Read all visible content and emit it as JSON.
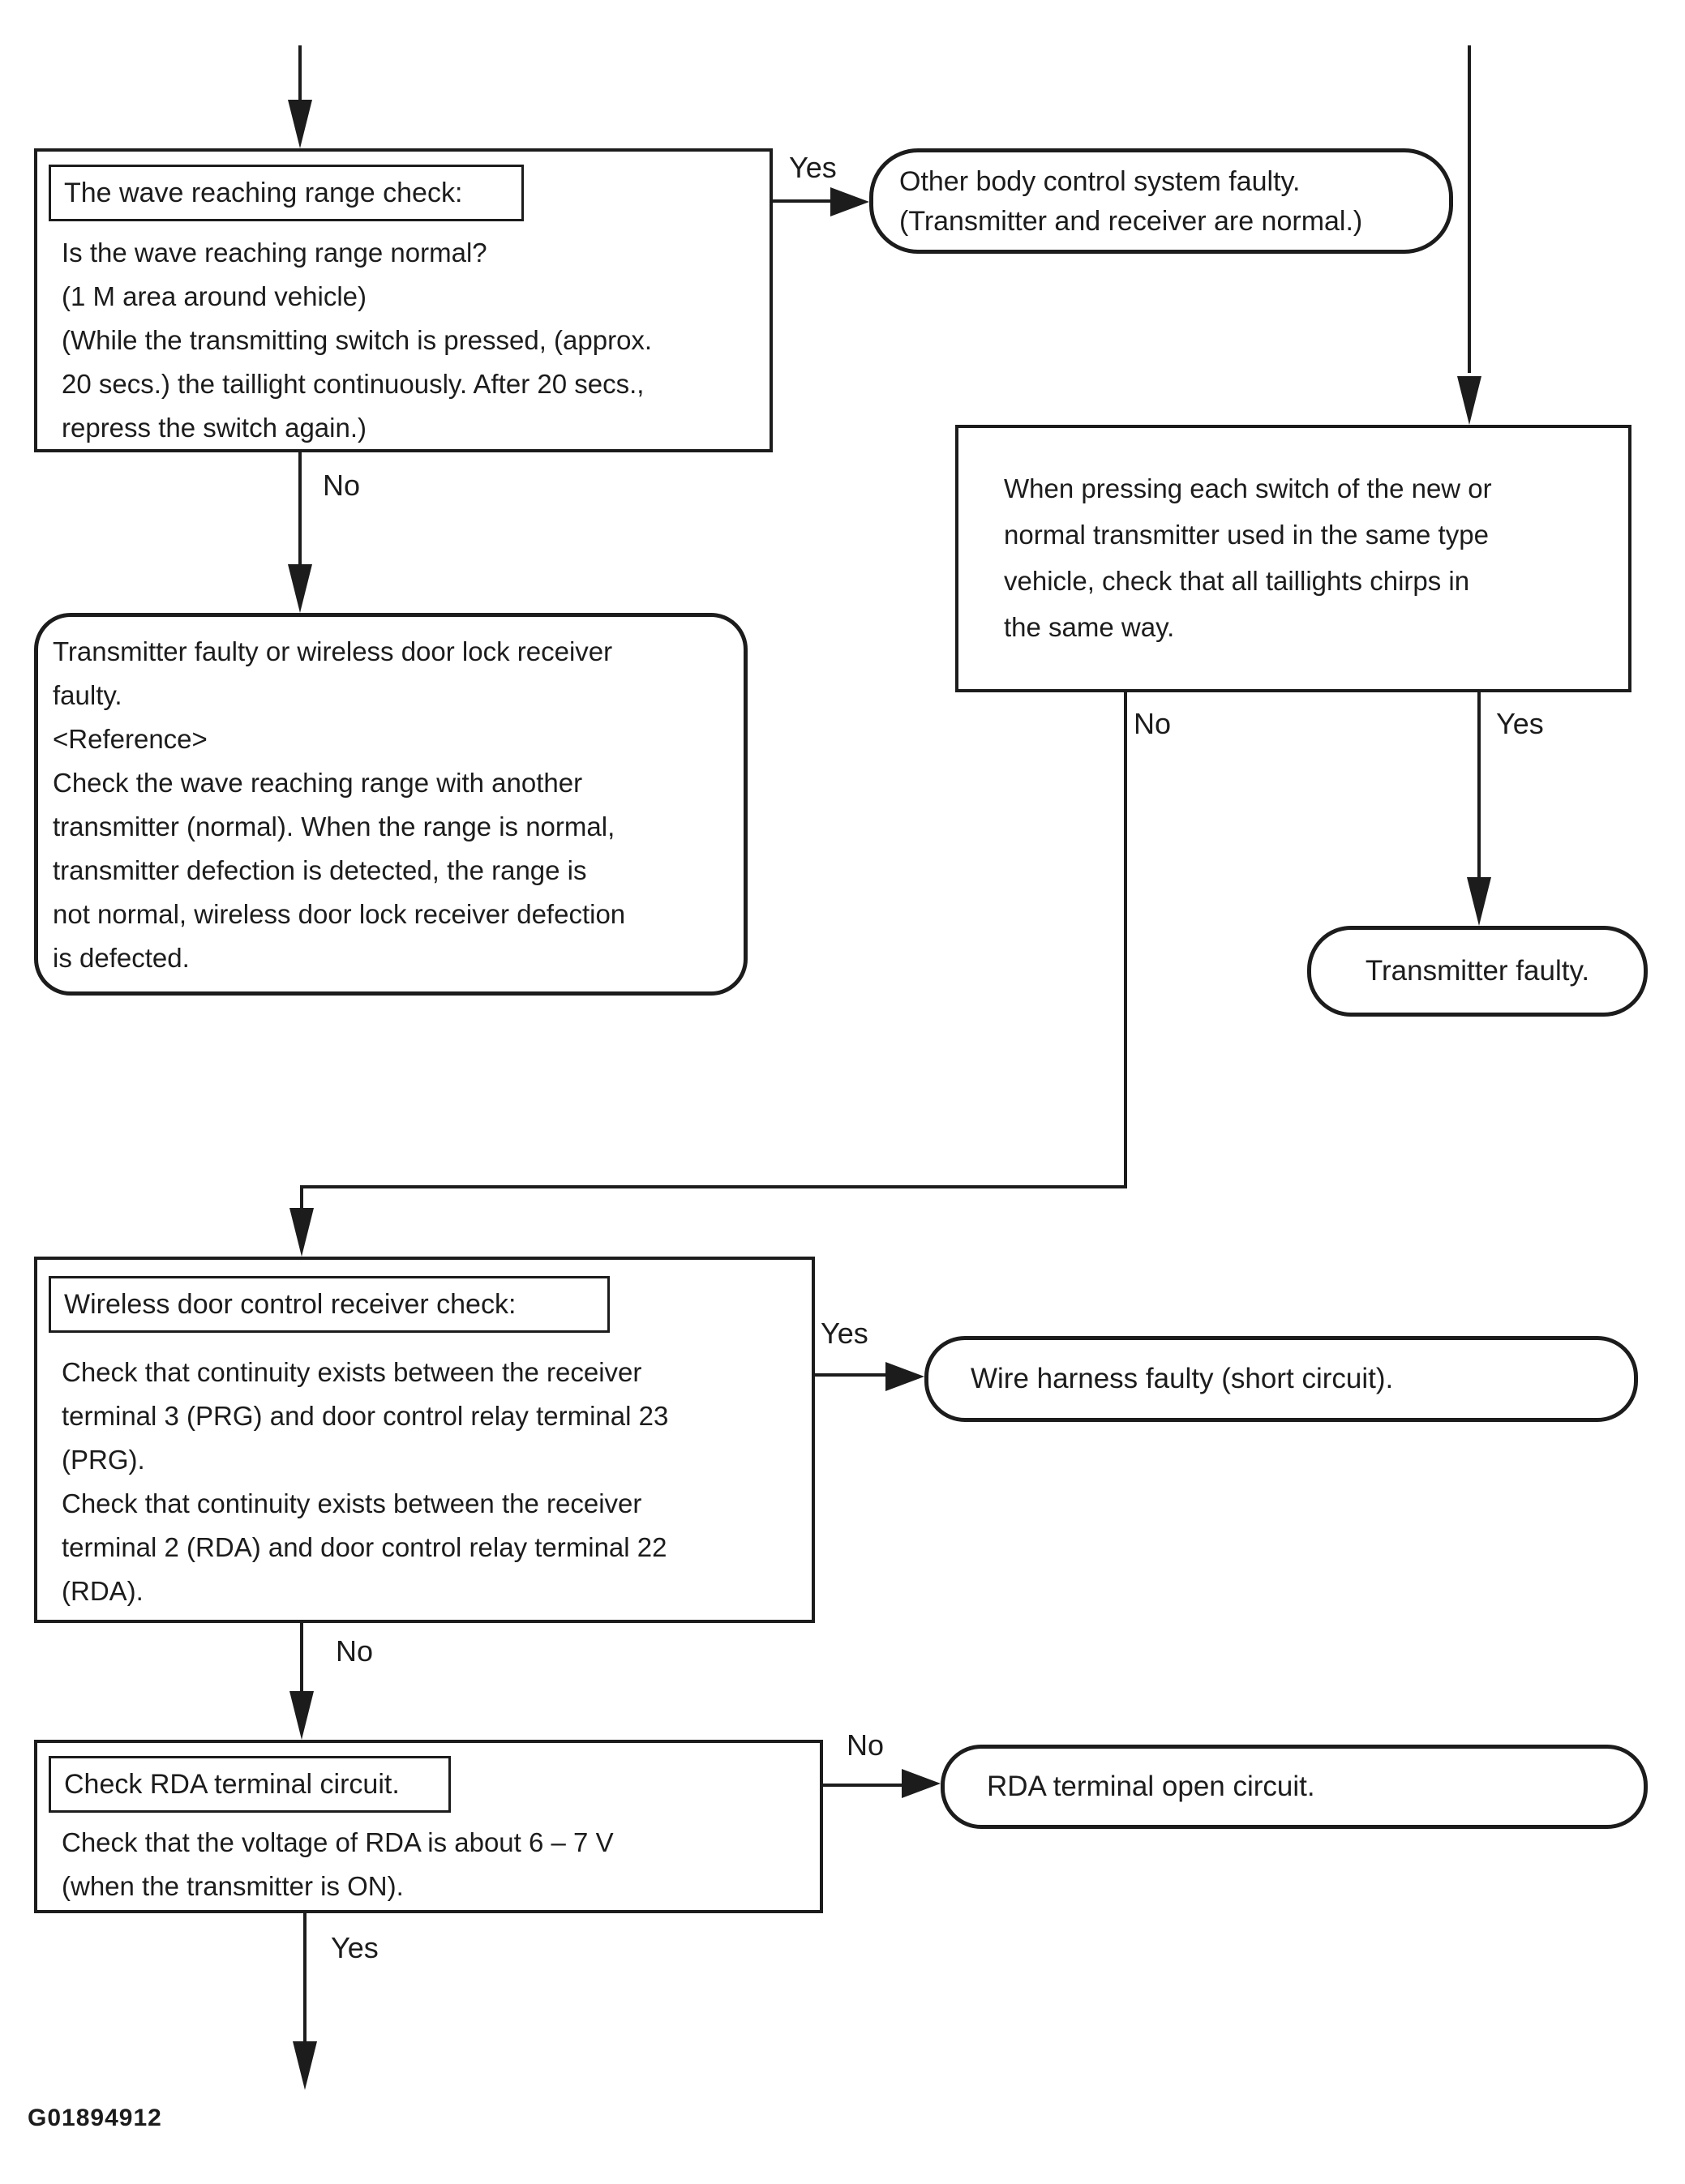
{
  "colors": {
    "ink": "#1c1c1c",
    "paper": "#ffffff"
  },
  "footer": {
    "figure_id": "G01894912"
  },
  "labels": {
    "wave_yes": "Yes",
    "wave_no": "No",
    "pressing_no": "No",
    "pressing_yes": "Yes",
    "receiver_yes": "Yes",
    "receiver_no": "No",
    "rda_no": "No",
    "rda_yes": "Yes"
  },
  "nodes": {
    "wave_check": {
      "title": "The wave reaching range check:",
      "body": "Is the wave reaching range normal?\n(1 M area around vehicle)\n(While the transmitting switch is pressed, (approx.\n20 secs.) the taillight continuously. After 20 secs.,\nrepress the switch again.)"
    },
    "other_body_control_faulty": {
      "text": "Other body control system faulty.\n(Transmitter and receiver are normal.)"
    },
    "pressing_each_switch": {
      "text": "When pressing each switch of the new or\nnormal transmitter used in the same type\nvehicle, check that all taillights chirps in\nthe same way."
    },
    "transmitter_faulty": {
      "text": "Transmitter faulty."
    },
    "transmitter_or_receiver_faulty": {
      "text": "Transmitter faulty or wireless door lock receiver\nfaulty.\n<Reference>\nCheck the wave reaching range with another\ntransmitter (normal). When the range is normal,\ntransmitter defection is detected, the range is\nnot normal, wireless door lock receiver defection\nis defected."
    },
    "receiver_check": {
      "title": "Wireless door control receiver check:",
      "body": "Check that continuity exists between the receiver\nterminal 3 (PRG) and door control relay terminal 23\n(PRG).\nCheck that continuity exists between the receiver\nterminal 2 (RDA) and door control relay terminal 22\n(RDA)."
    },
    "wire_harness_faulty": {
      "text": "Wire harness faulty (short circuit)."
    },
    "rda_terminal_check": {
      "title": "Check RDA terminal circuit.",
      "body": "Check that the voltage of RDA is about 6 – 7 V\n(when the transmitter is ON)."
    },
    "rda_open_circuit": {
      "text": "RDA terminal open circuit."
    }
  }
}
